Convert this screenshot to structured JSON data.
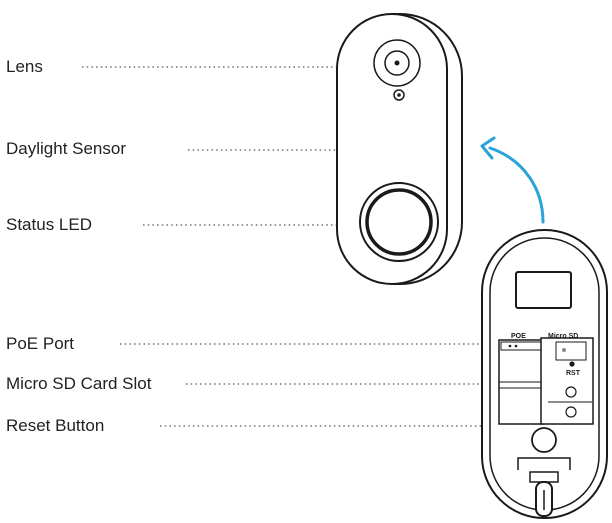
{
  "labels": {
    "lens": "Lens",
    "daylight_sensor": "Daylight Sensor",
    "status_led": "Status LED",
    "poe_port": "PoE Port",
    "micro_sd_slot": "Micro SD Card Slot",
    "reset_button": "Reset Button"
  },
  "back_panel": {
    "poe_text": "POE",
    "micro_sd_text": "Micro SD",
    "rst_text": "RST"
  },
  "colors": {
    "outline": "#1a1a1a",
    "arrow": "#2aa3d8",
    "leader_dots": "#555555"
  }
}
